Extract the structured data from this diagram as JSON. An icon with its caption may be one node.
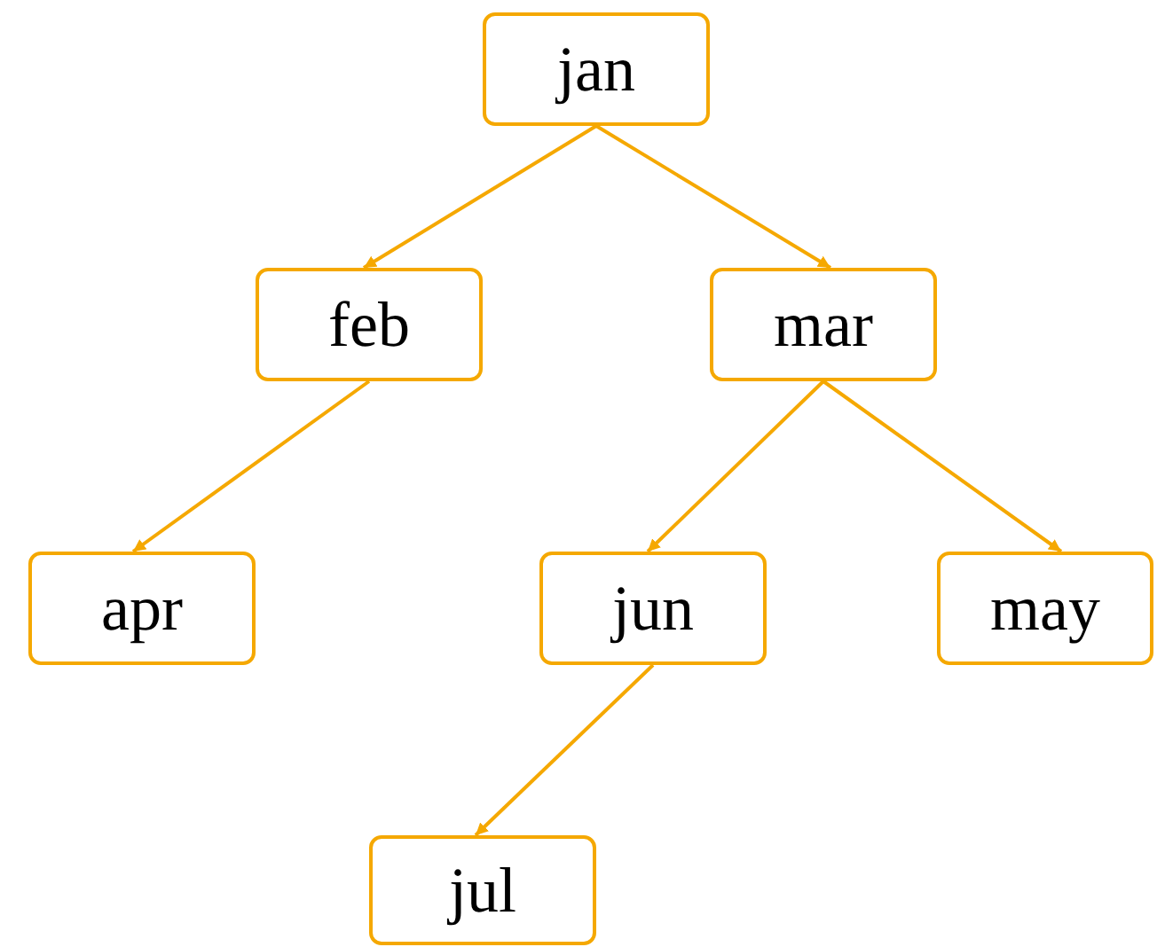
{
  "diagram": {
    "nodes": [
      {
        "text": [
          "jan"
        ]
      },
      {
        "text": [
          "feb"
        ]
      },
      {
        "text": [
          "mar"
        ]
      },
      {
        "text": [
          "apr"
        ]
      },
      {
        "text": [
          "jun"
        ]
      },
      {
        "text": [
          "may"
        ]
      },
      {
        "text": [
          "jul"
        ]
      }
    ],
    "edges": [
      {
        "from": 0,
        "to": 1,
        "arrow": "to"
      },
      {
        "from": 0,
        "to": 2,
        "arrow": "to"
      },
      {
        "from": 1,
        "to": 3,
        "arrow": "to"
      },
      {
        "from": 2,
        "to": 4,
        "arrow": "to"
      },
      {
        "from": 2,
        "to": 5,
        "arrow": "to"
      },
      {
        "from": 4,
        "to": 6,
        "arrow": "to"
      }
    ]
  }
}
